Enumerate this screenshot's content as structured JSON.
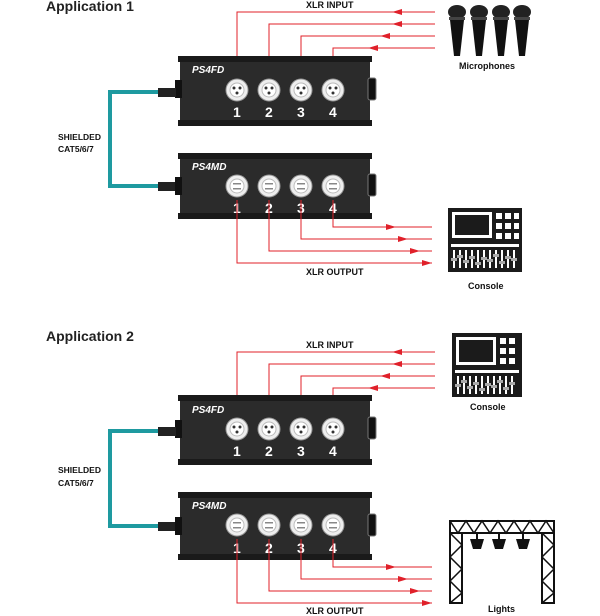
{
  "applications": [
    {
      "title": "Application 1",
      "input_label": "XLR INPUT",
      "output_label": "XLR OUTPUT",
      "cable_label_line1": "SHIELDED",
      "cable_label_line2": "CAT5/6/7",
      "sender_label": "PS4FD",
      "receiver_label": "PS4MD",
      "sender_ports": [
        "1",
        "2",
        "3",
        "4"
      ],
      "receiver_ports": [
        "1",
        "2",
        "3",
        "4"
      ],
      "source_device": "Microphones",
      "destination_device": "Console"
    },
    {
      "title": "Application 2",
      "input_label": "XLR INPUT",
      "output_label": "XLR OUTPUT",
      "cable_label_line1": "SHIELDED",
      "cable_label_line2": "CAT5/6/7",
      "sender_label": "PS4FD",
      "receiver_label": "PS4MD",
      "sender_ports": [
        "1",
        "2",
        "3",
        "4"
      ],
      "receiver_ports": [
        "1",
        "2",
        "3",
        "4"
      ],
      "source_device": "Console",
      "destination_device": "Lights"
    }
  ],
  "colors": {
    "signal_line": "#e0202a",
    "cable": "#1e9aa0",
    "box": "#2b2b2b"
  }
}
